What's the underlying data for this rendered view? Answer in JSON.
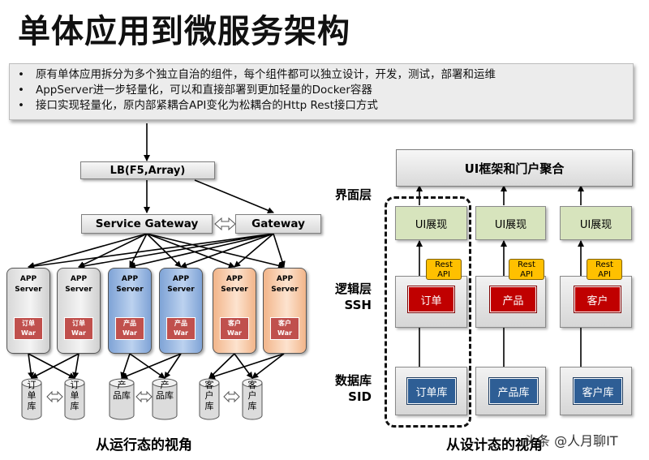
{
  "title": "单体应用到微服务架构",
  "bullets": [
    "原有单体应用拆分为多个独立自治的组件，每个组件都可以独立设计，开发，测试，部署和运维",
    "AppServer进一步轻量化，可以和直接部署到更加轻量的Docker容器",
    "接口实现轻量化，原内部紧耦合API变化为松耦合的Http Rest接口方式"
  ],
  "bullet_marker": "•",
  "runtime": {
    "lb_label": "LB(F5,Array)",
    "service_gateway_label": "Service Gateway",
    "gateway_label": "Gateway",
    "servers": [
      {
        "label": "APP\nServer",
        "war": "订单\nWar",
        "color": "grey"
      },
      {
        "label": "APP\nServer",
        "war": "订单\nWar",
        "color": "grey"
      },
      {
        "label": "APP\nServer",
        "war": "产品\nWar",
        "color": "blue"
      },
      {
        "label": "APP\nServer",
        "war": "产品\nWar",
        "color": "blue"
      },
      {
        "label": "APP\nServer",
        "war": "客户\nWar",
        "color": "orange"
      },
      {
        "label": "APP\nServer",
        "war": "客户\nWar",
        "color": "orange"
      }
    ],
    "databases": [
      "订\n单\n库",
      "订\n单\n库",
      "产\n品库",
      "产\n品库",
      "客\n户\n库",
      "客\n户\n库"
    ],
    "caption": "从运行态的视角"
  },
  "design": {
    "layers": [
      "界面层",
      "逻辑层\nSSH",
      "数据库\nSID"
    ],
    "portal_label": "UI框架和门户聚合",
    "ui_labels": [
      "UI展现",
      "UI展现",
      "UI展现"
    ],
    "rest_labels": [
      "Rest\nAPI",
      "Rest\nAPI",
      "Rest\nAPI"
    ],
    "logic_labels": [
      "订单",
      "产品",
      "客户"
    ],
    "db_labels": [
      "订单库",
      "产品库",
      "客户库"
    ],
    "caption": "从设计态的视角"
  },
  "watermark": "头条 @人月聊IT",
  "colors": {
    "war_red": "#c0504d",
    "logic_red": "#c00000",
    "db_blue": "#2e5e95",
    "ui_green": "#d7e4bd",
    "rest_yellow": "#ffc000",
    "server_blue": "#a6c1e8",
    "server_orange": "#fbd1b3"
  }
}
